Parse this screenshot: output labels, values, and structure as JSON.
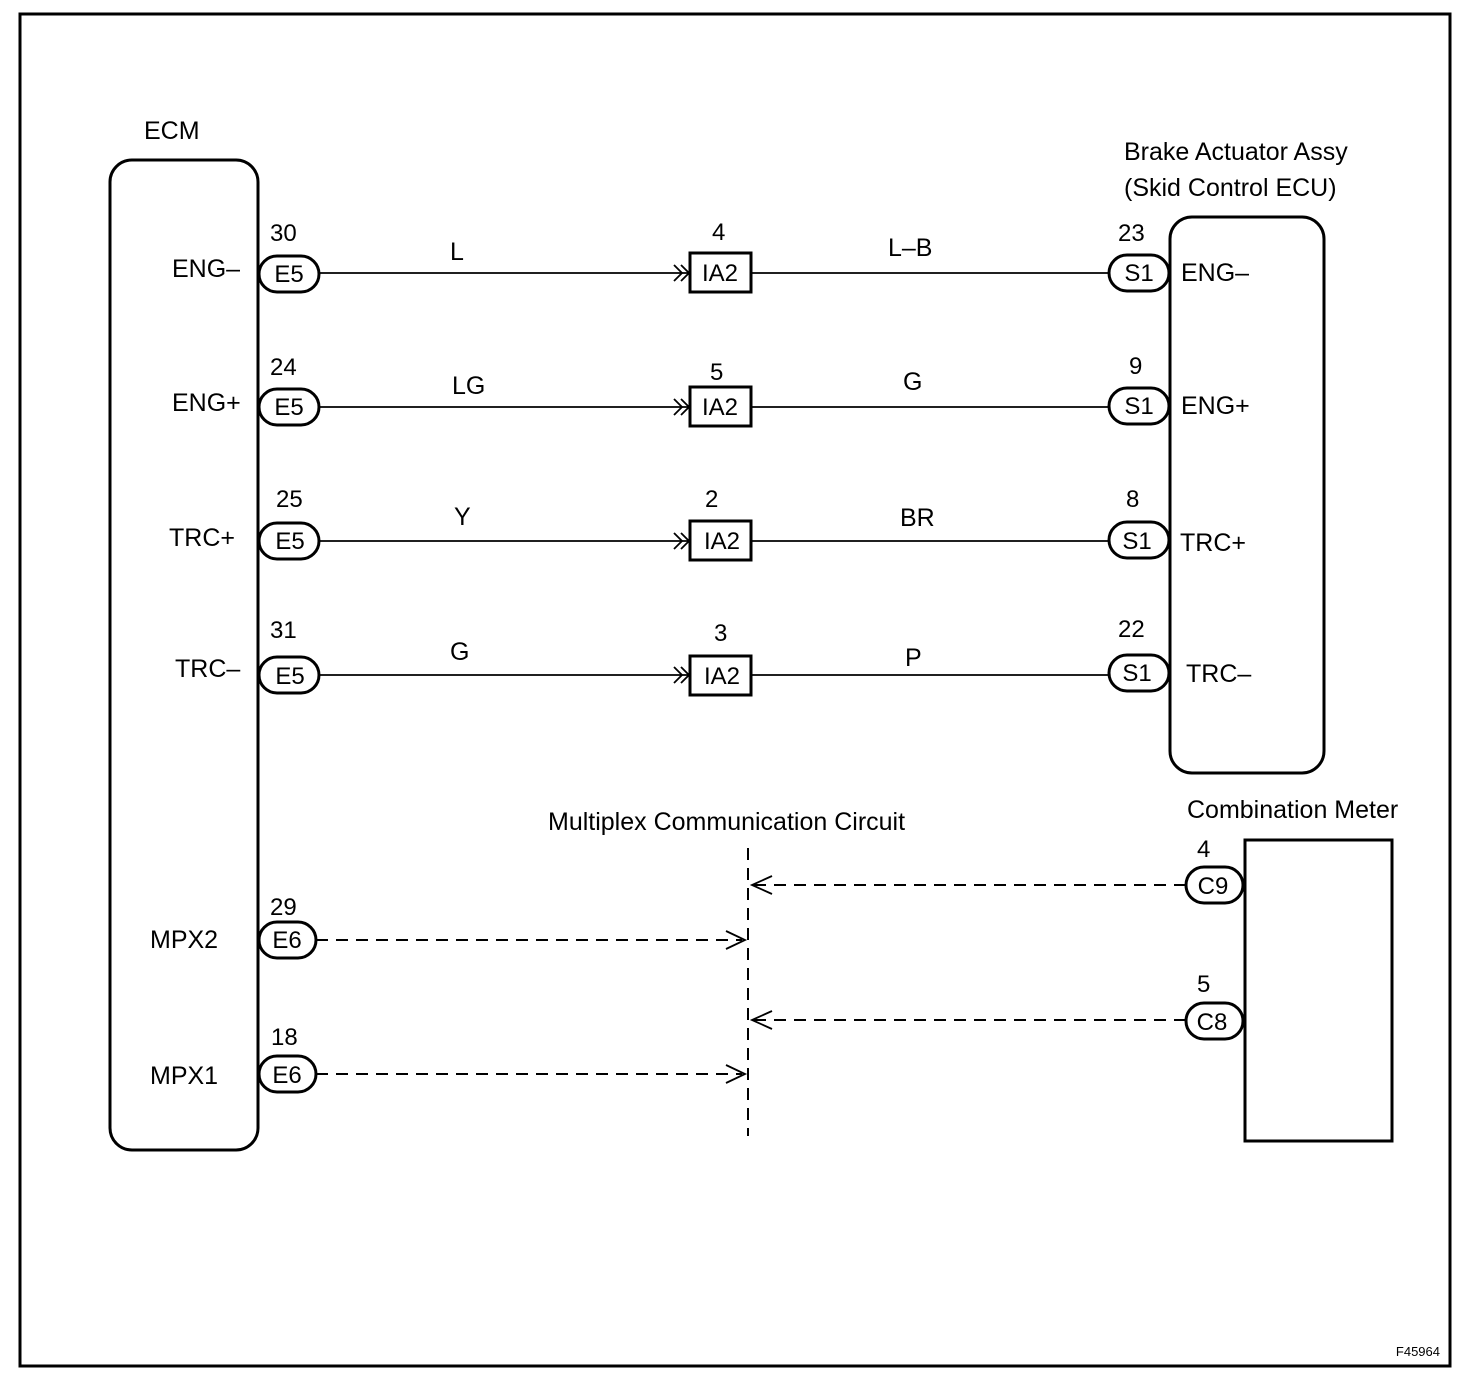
{
  "figure_id": "F45964",
  "components": {
    "ecm": {
      "label": "ECM"
    },
    "brake_actuator": {
      "label_line1": "Brake Actuator Assy",
      "label_line2": "(Skid Control ECU)"
    },
    "combination_meter": {
      "label": "Combination Meter"
    },
    "multiplex": {
      "label": "Multiplex Communication Circuit"
    }
  },
  "circuits": [
    {
      "ecm_terminal": "ENG–",
      "ecm_pin": "30",
      "ecm_connector": "E5",
      "wire_color_ecm_side": "L",
      "junction_pin": "4",
      "junction_connector": "IA2",
      "wire_color_actuator_side": "L–B",
      "actuator_pin": "23",
      "actuator_connector": "S1",
      "actuator_terminal": "ENG–"
    },
    {
      "ecm_terminal": "ENG+",
      "ecm_pin": "24",
      "ecm_connector": "E5",
      "wire_color_ecm_side": "LG",
      "junction_pin": "5",
      "junction_connector": "IA2",
      "wire_color_actuator_side": "G",
      "actuator_pin": "9",
      "actuator_connector": "S1",
      "actuator_terminal": "ENG+"
    },
    {
      "ecm_terminal": "TRC+",
      "ecm_pin": "25",
      "ecm_connector": "E5",
      "wire_color_ecm_side": "Y",
      "junction_pin": "2",
      "junction_connector": "IA2",
      "wire_color_actuator_side": "BR",
      "actuator_pin": "8",
      "actuator_connector": "S1",
      "actuator_terminal": "TRC+"
    },
    {
      "ecm_terminal": "TRC–",
      "ecm_pin": "31",
      "ecm_connector": "E5",
      "wire_color_ecm_side": "G",
      "junction_pin": "3",
      "junction_connector": "IA2",
      "wire_color_actuator_side": "P",
      "actuator_pin": "22",
      "actuator_connector": "S1",
      "actuator_terminal": "TRC–"
    }
  ],
  "multiplex_lines": [
    {
      "ecm_terminal": "MPX2",
      "ecm_pin": "29",
      "ecm_connector": "E6"
    },
    {
      "ecm_terminal": "MPX1",
      "ecm_pin": "18",
      "ecm_connector": "E6"
    }
  ],
  "meter_lines": [
    {
      "pin": "4",
      "connector": "C9"
    },
    {
      "pin": "5",
      "connector": "C8"
    }
  ]
}
